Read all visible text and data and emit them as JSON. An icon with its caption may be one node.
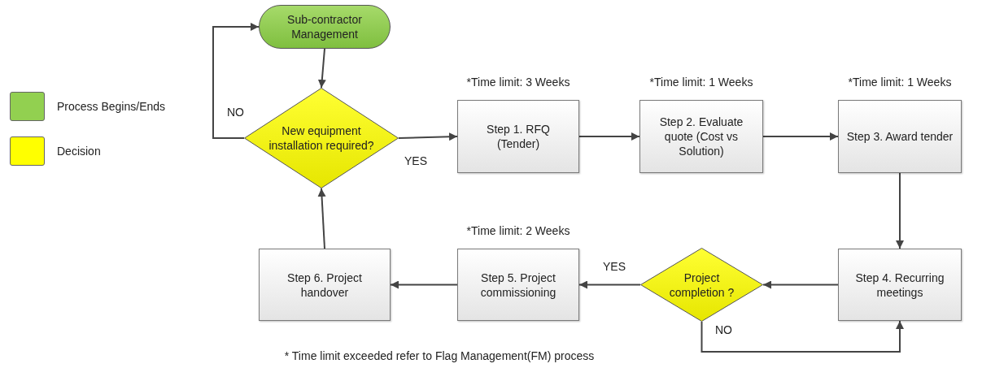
{
  "diagram": {
    "nodes": [
      {
        "text": [
          "Sub-contractor Management"
        ]
      },
      {
        "text": [
          "New equipment installation required?"
        ]
      },
      {
        "text": [
          "Step 1. RFQ (Tender)"
        ],
        "beside": [
          "*Time limit: 3 Weeks"
        ]
      },
      {
        "text": [
          "Step 2. Evaluate quote (Cost vs Solution)"
        ],
        "beside": [
          "*Time limit: 1 Weeks"
        ]
      },
      {
        "text": [
          "Step 3. Award tender"
        ],
        "beside": [
          "*Time limit: 1 Weeks"
        ]
      },
      {
        "text": [
          "Step 4. Recurring meetings"
        ]
      },
      {
        "text": [
          "Project completion ?"
        ]
      },
      {
        "text": [
          "Step 5. Project commissioning"
        ],
        "beside": [
          "*Time limit: 2 Weeks"
        ]
      },
      {
        "text": [
          "Step 6. Project handover"
        ]
      }
    ],
    "edges": [
      {
        "from": 0,
        "to": 1,
        "arrow": "to"
      },
      {
        "from": 1,
        "to": 2,
        "arrow": "to",
        "label": "YES"
      },
      {
        "from": 1,
        "to": 0,
        "arrow": "to",
        "label": "NO"
      },
      {
        "from": 2,
        "to": 3,
        "arrow": "to"
      },
      {
        "from": 3,
        "to": 4,
        "arrow": "to"
      },
      {
        "from": 4,
        "to": 5,
        "arrow": "to"
      },
      {
        "from": 5,
        "to": 6,
        "arrow": "to"
      },
      {
        "from": 6,
        "to": 7,
        "arrow": "to",
        "label": "YES"
      },
      {
        "from": 6,
        "to": 5,
        "arrow": "to",
        "label": "NO"
      },
      {
        "from": 7,
        "to": 8,
        "arrow": "to"
      },
      {
        "from": 8,
        "to": 1,
        "arrow": "to"
      }
    ],
    "labels": [
      "* Time limit exceeded refer to Flag Management(FM) process"
    ],
    "legend": [
      {
        "text": "Process Begins/Ends",
        "color": "#92d050"
      },
      {
        "text": "Decision",
        "color": "#ffff00"
      }
    ]
  }
}
